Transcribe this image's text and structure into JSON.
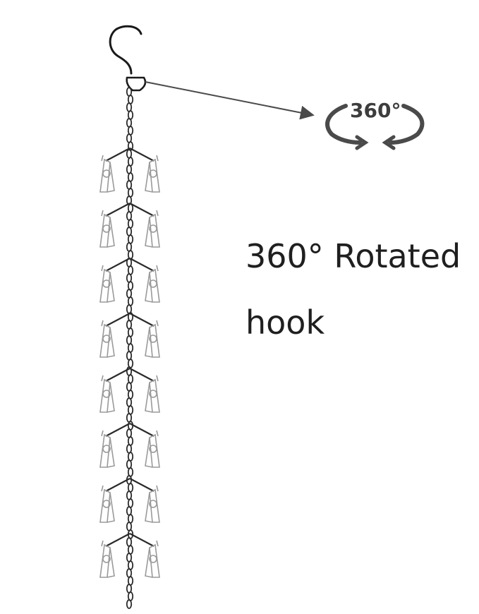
{
  "badge": {
    "text": "360°"
  },
  "caption": {
    "line1": "360° Rotated",
    "line2": "hook"
  },
  "colors": {
    "hook": "#1a1a1a",
    "chain": "#2a2a2a",
    "clip": "#9a9a9a",
    "arrow": "#4a4a4a",
    "badge": "#3d3d3d",
    "text": "#1f1f1f"
  },
  "product": {
    "clip_rows": 8,
    "clips_per_row": 2
  }
}
